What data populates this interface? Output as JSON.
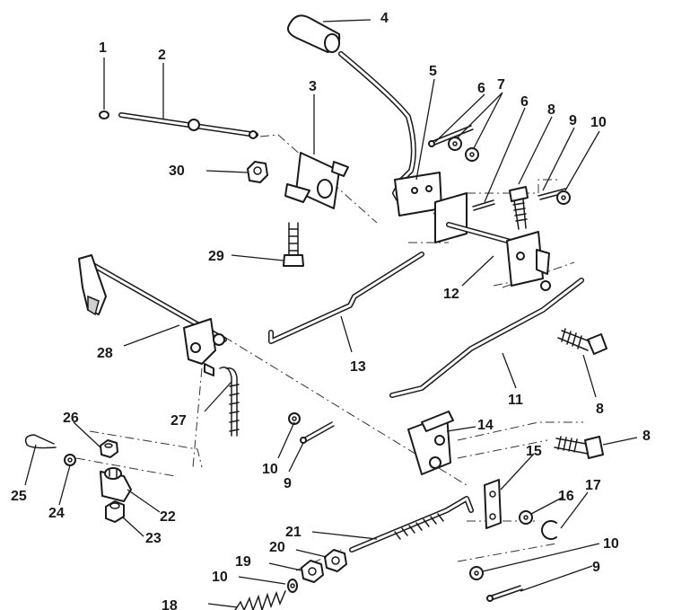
{
  "callouts": {
    "n1": "1",
    "n2": "2",
    "n3": "3",
    "n4": "4",
    "n5": "5",
    "n6a": "6",
    "n6b": "6",
    "n7": "7",
    "n8a": "8",
    "n8b": "8",
    "n8c": "8",
    "n9a": "9",
    "n9b": "9",
    "n9c": "9",
    "n10a": "10",
    "n10b": "10",
    "n10c": "10",
    "n10d": "10",
    "n11": "11",
    "n12": "12",
    "n13": "13",
    "n14": "14",
    "n15": "15",
    "n16": "16",
    "n17": "17",
    "n18": "18",
    "n19": "19",
    "n20": "20",
    "n21": "21",
    "n22": "22",
    "n23": "23",
    "n24": "24",
    "n25": "25",
    "n26": "26",
    "n27": "27",
    "n28": "28",
    "n29": "29",
    "n30": "30"
  }
}
